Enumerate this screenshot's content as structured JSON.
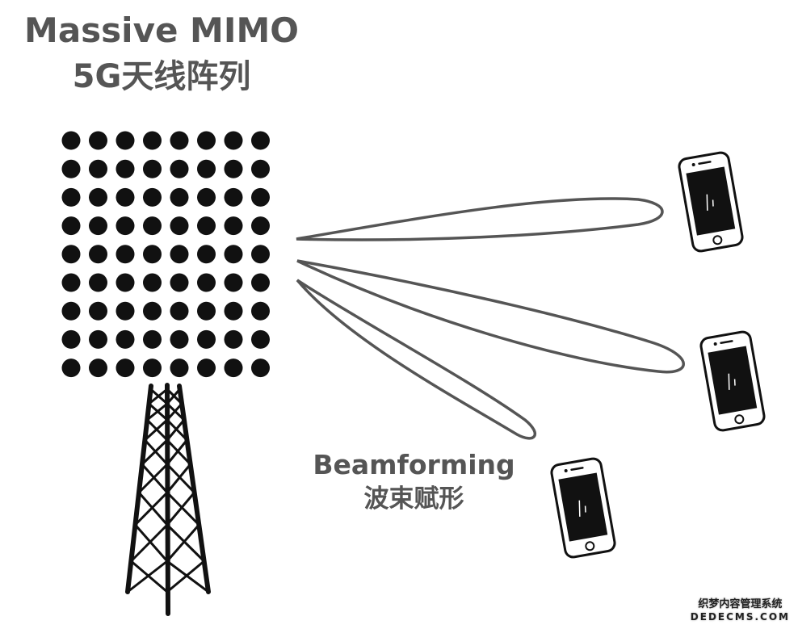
{
  "title": {
    "line1": "Massive MIMO",
    "line2": "5G天线阵列"
  },
  "beam_label": {
    "line1": "Beamforming",
    "line2": "波束赋形"
  },
  "antenna_array": {
    "rows": 9,
    "columns": 8
  },
  "phones": 3,
  "watermark": {
    "line1": "织梦内容管理系统",
    "line2": "DEDECMS.COM"
  },
  "colors": {
    "text": "#555555",
    "ink": "#111111",
    "beam": "#555555"
  }
}
